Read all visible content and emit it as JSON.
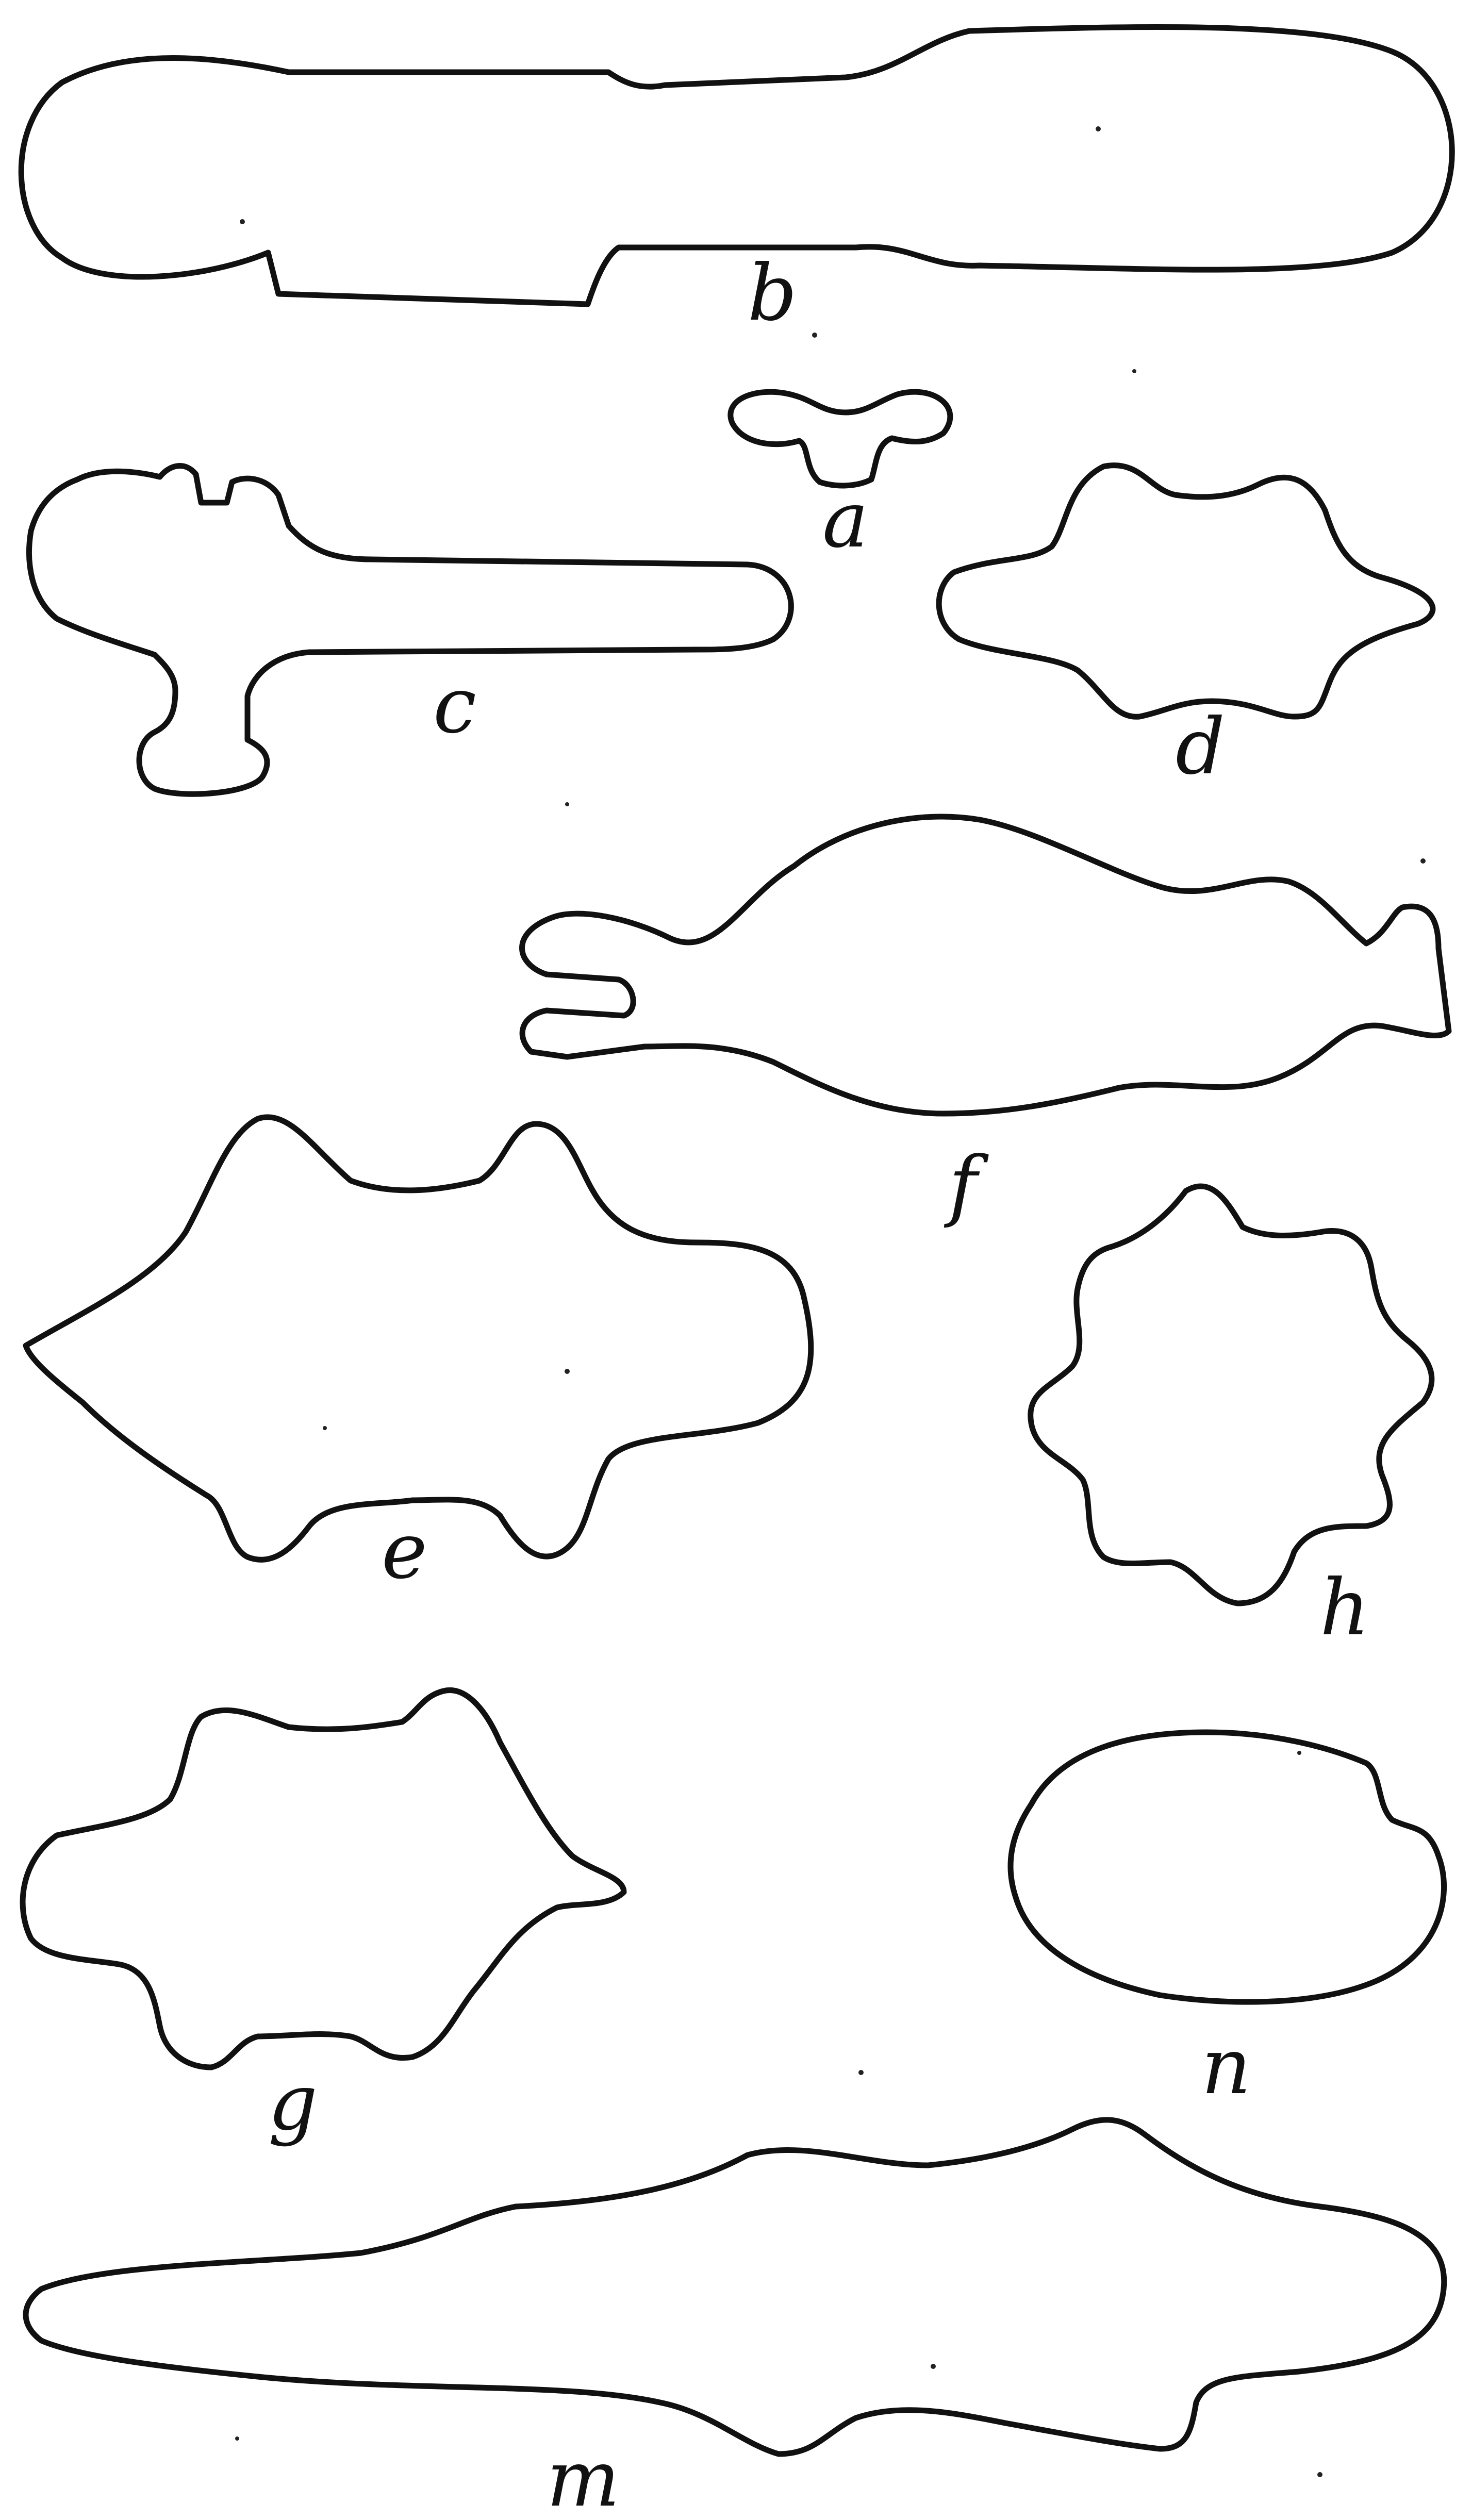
{
  "figures": [
    {
      "id": "b",
      "label": "b"
    },
    {
      "id": "a",
      "label": "a"
    },
    {
      "id": "c",
      "label": "c"
    },
    {
      "id": "d",
      "label": "d"
    },
    {
      "id": "f",
      "label": "f"
    },
    {
      "id": "e",
      "label": "e"
    },
    {
      "id": "h",
      "label": "h"
    },
    {
      "id": "g",
      "label": "g"
    },
    {
      "id": "n",
      "label": "n"
    },
    {
      "id": "m",
      "label": "m"
    }
  ],
  "colors": {
    "ink": "#111111",
    "paper": "#ffffff"
  }
}
